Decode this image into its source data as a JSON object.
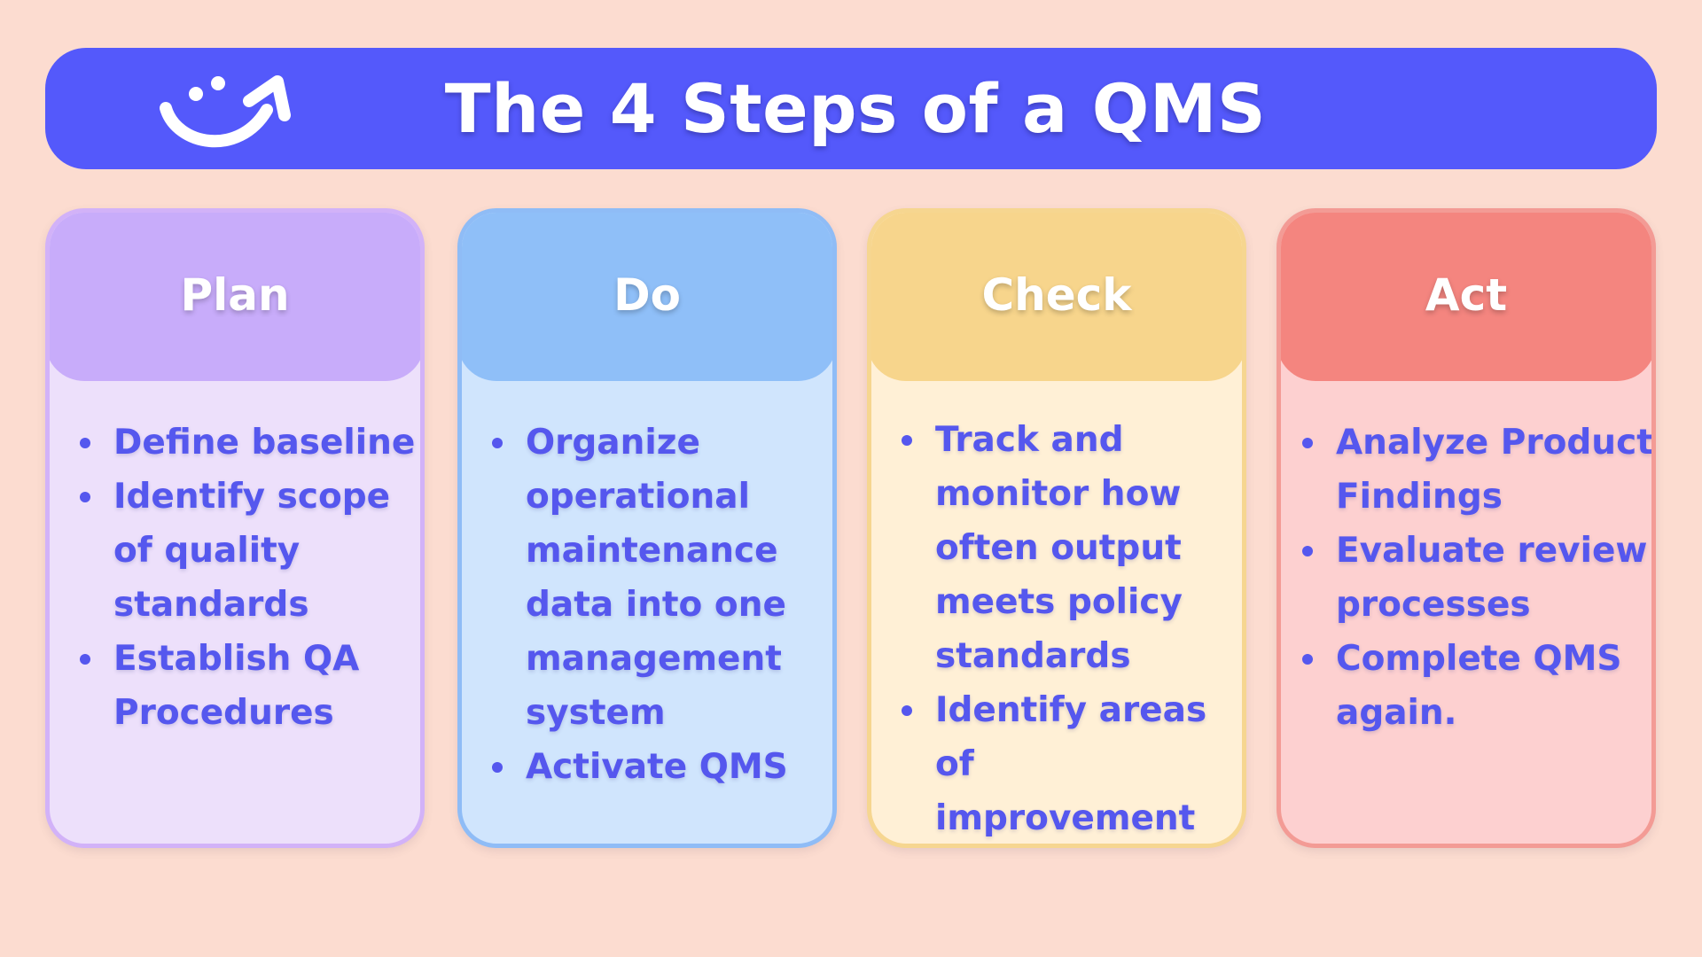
{
  "header": {
    "title": "The 4 Steps of a QMS",
    "logo_icon": "smile-arrow-icon",
    "background": "#5459fb"
  },
  "steps": [
    {
      "name": "Plan",
      "color": "#c8acfa",
      "items": [
        "Define baseline",
        "Identify scope of quality standards",
        "Establish QA Procedures"
      ]
    },
    {
      "name": "Do",
      "color": "#8fbff8",
      "items": [
        "Organize operational maintenance data into one management system",
        "Activate QMS"
      ]
    },
    {
      "name": "Check",
      "color": "#f7d58c",
      "items": [
        "Track and monitor how often output meets policy standards",
        "Identify areas of improvement"
      ]
    },
    {
      "name": "Act",
      "color": "#f4857f",
      "items": [
        "Analyze Product Findings",
        "Evaluate review processes",
        "Complete QMS again."
      ]
    }
  ]
}
